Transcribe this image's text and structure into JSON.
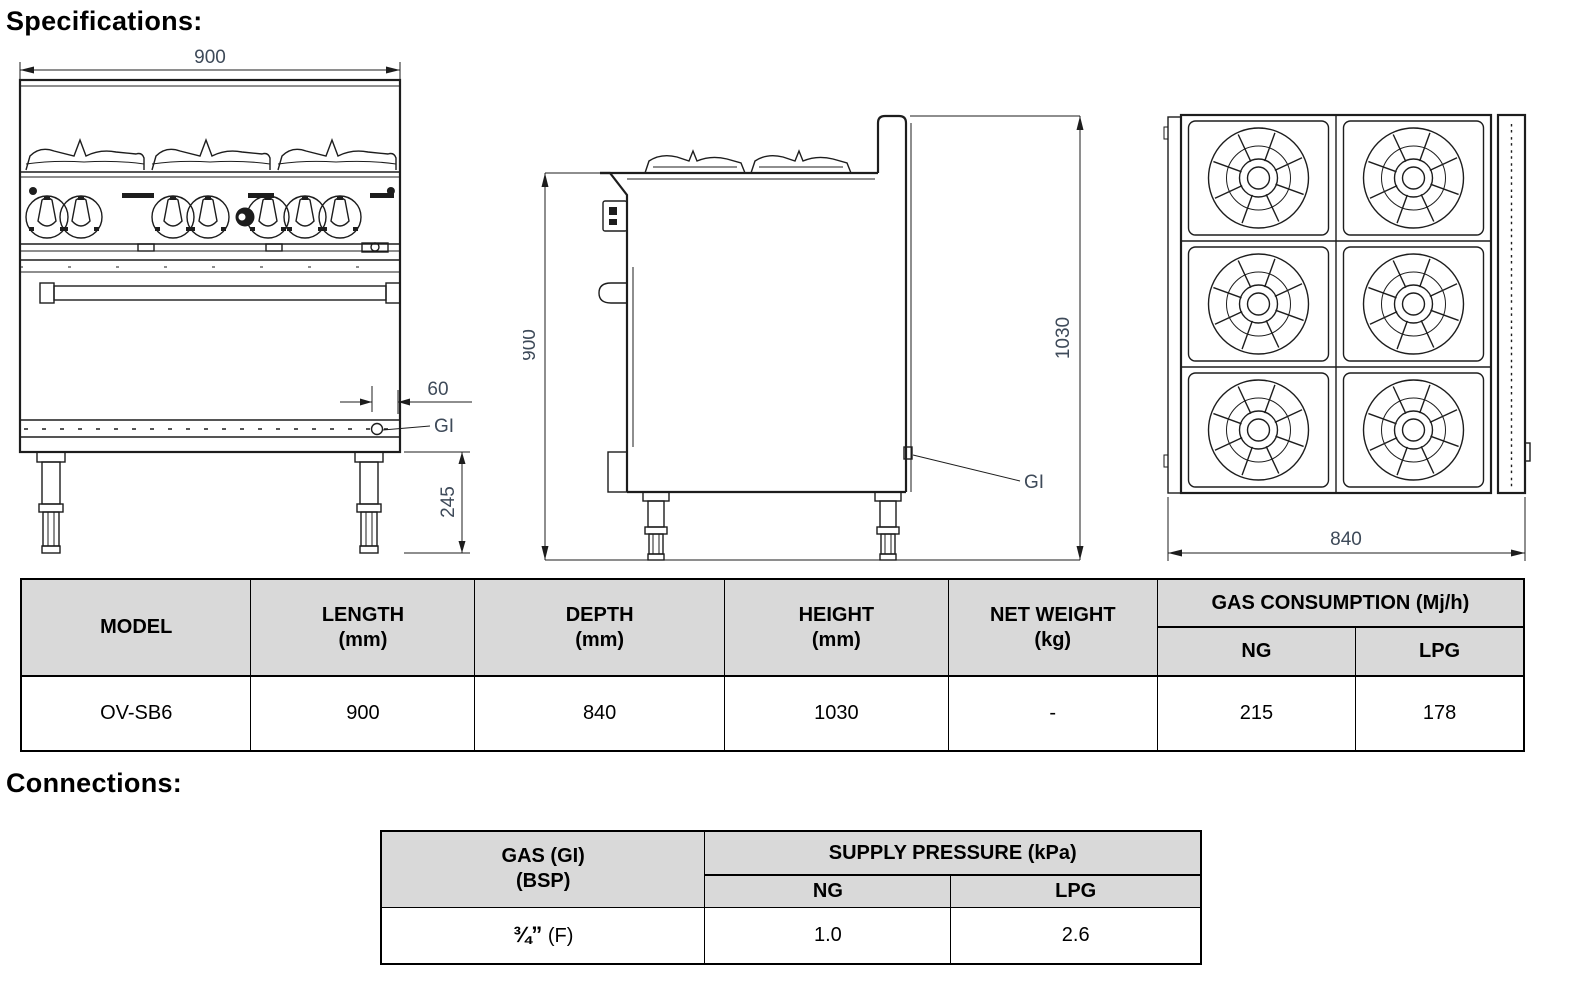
{
  "colors": {
    "dimension-text": "#3e4a59",
    "line-art": "#1d1d1d",
    "table-header-bg": "#d9d9d9",
    "table-border": "#000000"
  },
  "headings": {
    "specifications": "Specifications:",
    "connections": "Connections:"
  },
  "drawings": {
    "front_view": {
      "width": "900",
      "inlet_offset": "60",
      "gas_inlet": "GI",
      "leg_height": "245"
    },
    "side_view": {
      "front_height": "900",
      "overall_height": "1030",
      "gas_inlet": "GI"
    },
    "top_view": {
      "depth": "840"
    }
  },
  "spec_table": {
    "columns": [
      {
        "label": "MODEL",
        "unit": ""
      },
      {
        "label": "LENGTH",
        "unit": "(mm)"
      },
      {
        "label": "DEPTH",
        "unit": "(mm)"
      },
      {
        "label": "HEIGHT",
        "unit": "(mm)"
      },
      {
        "label": "NET WEIGHT",
        "unit": "(kg)"
      }
    ],
    "gas_group": {
      "label": "GAS CONSUMPTION (Mj/h)",
      "sub": [
        "NG",
        "LPG"
      ]
    },
    "row": [
      "OV-SB6",
      "900",
      "840",
      "1030",
      "-",
      "215",
      "178"
    ]
  },
  "connections_table": {
    "col1": {
      "line1": "GAS (GI)",
      "line2": "(BSP)"
    },
    "group": {
      "label": "SUPPLY PRESSURE (kPa)",
      "sub": [
        "NG",
        "LPG"
      ]
    },
    "row": [
      {
        "bold": "¾”",
        "normal": "(F)"
      },
      "1.0",
      "2.6"
    ]
  }
}
